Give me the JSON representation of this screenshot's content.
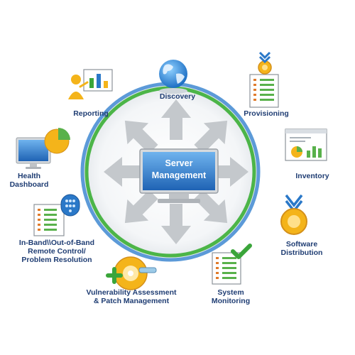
{
  "center": {
    "line1": "Server",
    "line2": "Management"
  },
  "modules": [
    {
      "id": "discovery",
      "label": "Discovery",
      "icon": "globe-icon"
    },
    {
      "id": "provisioning",
      "label": "Provisioning",
      "icon": "checklist-medal-icon"
    },
    {
      "id": "inventory",
      "label": "Inventory",
      "icon": "report-chart-icon"
    },
    {
      "id": "software-distribution",
      "label": "Software\nDistribution",
      "icon": "medal-icon"
    },
    {
      "id": "system-monitoring",
      "label": "System\nMonitoring",
      "icon": "checklist-checkmark-icon"
    },
    {
      "id": "vulnerability",
      "label": "Vulnerability Assessment\n& Patch Management",
      "icon": "cd-plus-icon"
    },
    {
      "id": "remote-control",
      "label": "In-Band\\\\Out-of-Band\nRemote Control/\nProblem Resolution",
      "icon": "remote-checklist-icon"
    },
    {
      "id": "health-dashboard",
      "label": "Health\nDashboard",
      "icon": "monitor-pie-icon"
    },
    {
      "id": "reporting",
      "label": "Reporting",
      "icon": "presenter-chart-icon"
    }
  ],
  "colors": {
    "ring_outer": "#5c9ad8",
    "ring_inner": "#4cb548",
    "arrow": "#c4c8cc",
    "label": "#1f3d73",
    "screen": "#2a78c8",
    "gold": "#f4b41a",
    "green": "#3aa53a"
  }
}
